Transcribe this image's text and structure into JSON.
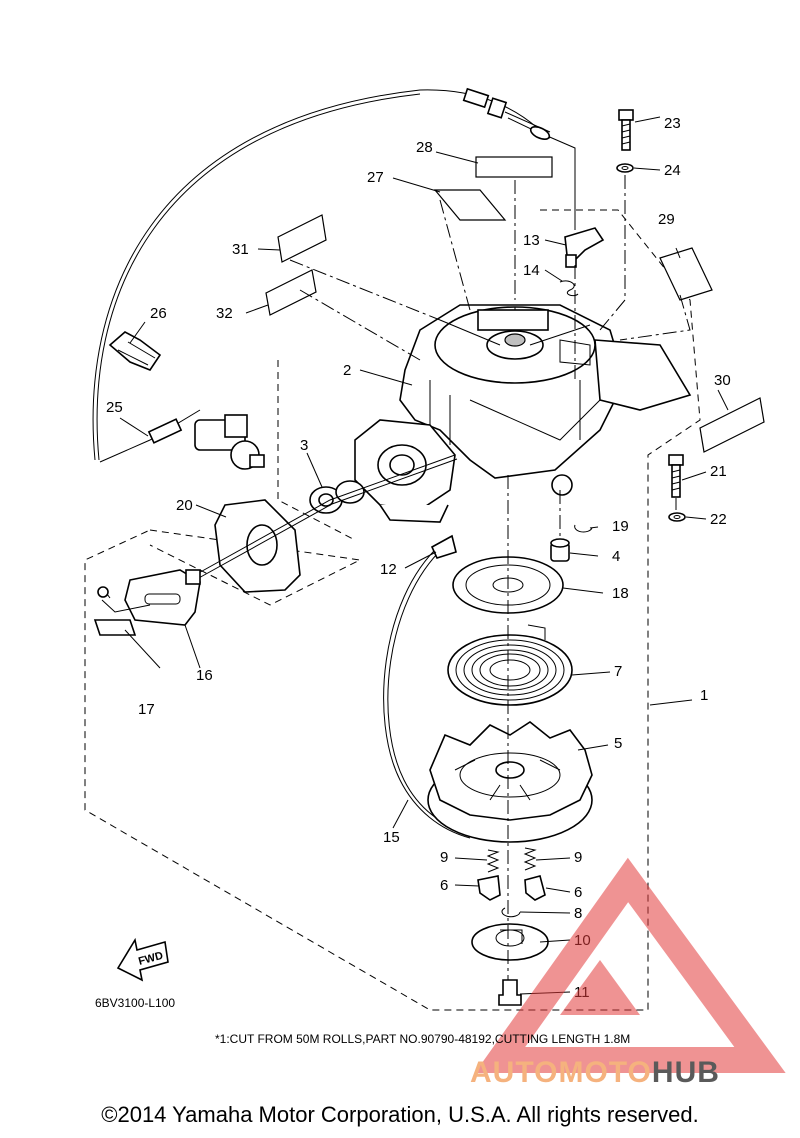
{
  "callouts": [
    {
      "id": "1",
      "text": "1"
    },
    {
      "id": "2",
      "text": "2"
    },
    {
      "id": "3",
      "text": "3"
    },
    {
      "id": "4",
      "text": "4"
    },
    {
      "id": "5",
      "text": "5"
    },
    {
      "id": "6a",
      "text": "6"
    },
    {
      "id": "6b",
      "text": "6"
    },
    {
      "id": "7",
      "text": "7"
    },
    {
      "id": "8",
      "text": "8"
    },
    {
      "id": "9a",
      "text": "9"
    },
    {
      "id": "9b",
      "text": "9"
    },
    {
      "id": "10",
      "text": "10"
    },
    {
      "id": "11",
      "text": "11"
    },
    {
      "id": "12",
      "text": "12"
    },
    {
      "id": "13",
      "text": "13"
    },
    {
      "id": "14",
      "text": "14"
    },
    {
      "id": "15",
      "text": "15"
    },
    {
      "id": "16",
      "text": "16"
    },
    {
      "id": "17",
      "text": "17"
    },
    {
      "id": "18",
      "text": "18"
    },
    {
      "id": "19",
      "text": "19"
    },
    {
      "id": "20",
      "text": "20"
    },
    {
      "id": "21",
      "text": "21"
    },
    {
      "id": "22",
      "text": "22"
    },
    {
      "id": "23",
      "text": "23"
    },
    {
      "id": "24",
      "text": "24"
    },
    {
      "id": "25",
      "text": "25"
    },
    {
      "id": "26",
      "text": "26"
    },
    {
      "id": "27",
      "text": "27"
    },
    {
      "id": "28",
      "text": "28"
    },
    {
      "id": "29",
      "text": "29"
    },
    {
      "id": "30",
      "text": "30"
    },
    {
      "id": "31",
      "text": "31"
    },
    {
      "id": "32",
      "text": "32"
    }
  ],
  "fwd_label": "FWD",
  "drawing_code": "6BV3100-L100",
  "footnote": "*1:CUT FROM 50M ROLLS,PART NO.90790-48192,CUTTING LENGTH 1.8M",
  "copyright": "©2014 Yamaha Motor Corporation, U.S.A. All rights reserved.",
  "watermark": {
    "part_a": "AUTOMOTO",
    "part_b": "HUB",
    "color_a": "#f5b27e",
    "color_b": "#5a5a5a",
    "triangle_color": "#e23b3b"
  }
}
